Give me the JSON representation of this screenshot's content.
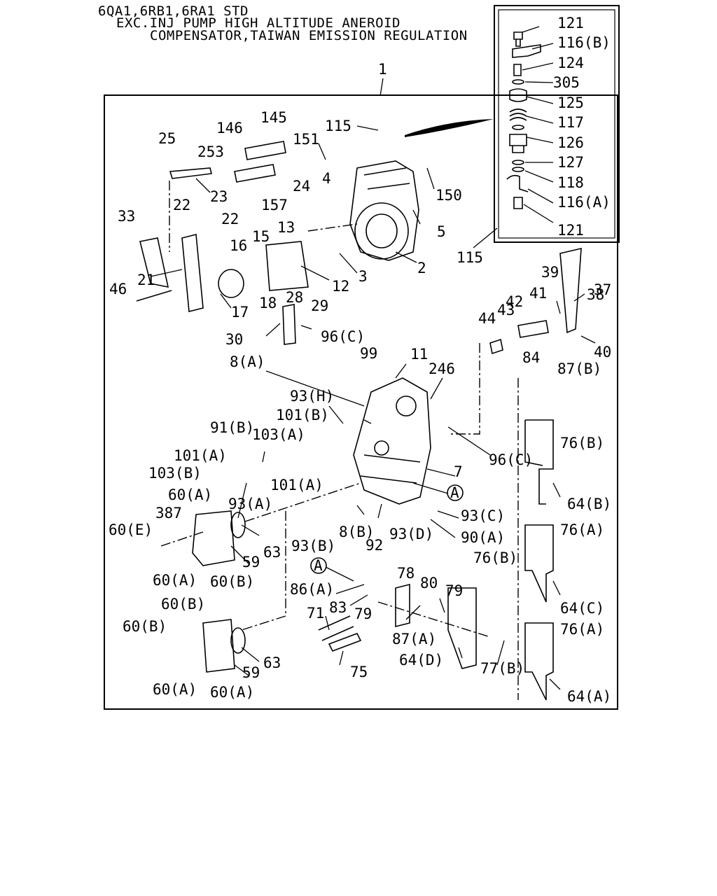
{
  "header": {
    "line1": "6QA1,6RB1,6RA1 STD",
    "line2": "EXC.INJ PUMP HIGH ALTITUDE ANEROID",
    "line3": "COMPENSATOR,TAIWAN EMISSION REGULATION"
  },
  "assembly_ref": "1",
  "labels": {
    "l121a": "121",
    "l116b": "116(B)",
    "l124": "124",
    "l305": "305",
    "l125": "125",
    "l117": "117",
    "l126": "126",
    "l127": "127",
    "l118": "118",
    "l116a": "116(A)",
    "l121b": "121",
    "l115a": "115",
    "l115b": "115",
    "l146": "146",
    "l145": "145",
    "l25": "25",
    "l253": "253",
    "l151": "151",
    "l150": "150",
    "l23": "23",
    "l24": "24",
    "l4": "4",
    "l157": "157",
    "l5": "5",
    "l33": "33",
    "l22a": "22",
    "l22b": "22",
    "l13": "13",
    "l16": "16",
    "l15": "15",
    "l3": "3",
    "l2": "2",
    "l21": "21",
    "l46": "46",
    "l17": "17",
    "l18": "18",
    "l12": "12",
    "l39": "39",
    "l37": "37",
    "l38": "38",
    "l28": "28",
    "l29": "29",
    "l30": "30",
    "l44": "44",
    "l43": "43",
    "l42": "42",
    "l41": "41",
    "l40": "40",
    "l96c1": "96(C)",
    "l99": "99",
    "l11": "11",
    "l246": "246",
    "l8a": "8(A)",
    "l84": "84",
    "l87b": "87(B)",
    "l93h": "93(H)",
    "l101b": "101(B)",
    "l103a": "103(A)",
    "l91b": "91(B)",
    "l96c2": "96(C)",
    "l76b1": "76(B)",
    "l101a1": "101(A)",
    "l103b": "103(B)",
    "l101a2": "101(A)",
    "l7": "7",
    "lA1": "A",
    "l64b": "64(B)",
    "l60a1": "60(A)",
    "l93a": "93(A)",
    "l387": "387",
    "l8b": "8(B)",
    "l93c": "93(C)",
    "l60e": "60(E)",
    "l92": "92",
    "l93d": "93(D)",
    "l90a": "90(A)",
    "l76a1": "76(A)",
    "l63a": "63",
    "l93b": "93(B)",
    "l59a": "59",
    "l60a2": "60(A)",
    "l60b1": "60(B)",
    "l76b2": "76(B)",
    "l64c": "64(C)",
    "lA2": "A",
    "l78": "78",
    "l80": "80",
    "l86a": "86(A)",
    "l79a": "79",
    "l83": "83",
    "l79b": "79",
    "l60b2": "60(B)",
    "l71": "71",
    "l87a": "87(A)",
    "l76a2": "76(A)",
    "l60b3": "60(B)",
    "l63b": "63",
    "l59b": "59",
    "l64d": "64(D)",
    "l75": "75",
    "l77b": "77(B)",
    "l60a3": "60(A)",
    "l60a4": "60(A)",
    "l64a": "64(A)"
  }
}
